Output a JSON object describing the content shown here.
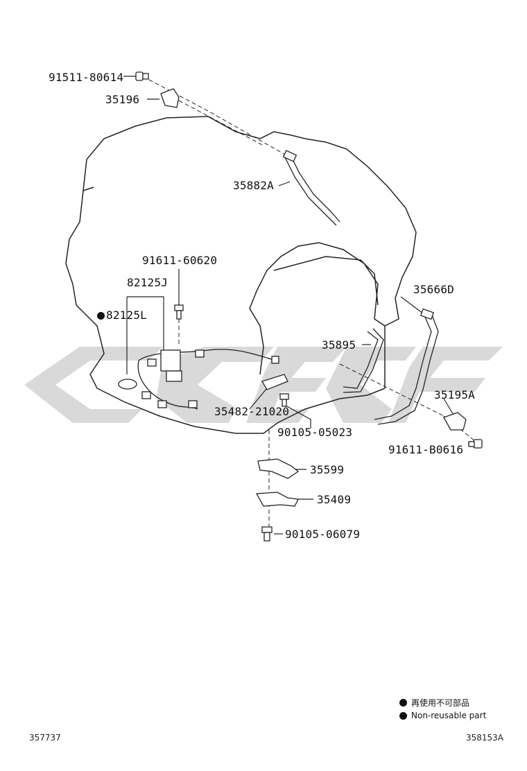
{
  "diagram": {
    "parts": [
      {
        "id": "p1",
        "label": "91511-80614"
      },
      {
        "id": "p2",
        "label": "35196"
      },
      {
        "id": "p3",
        "label": "35882A"
      },
      {
        "id": "p4",
        "label": "91611-60620"
      },
      {
        "id": "p5",
        "label": "82125J"
      },
      {
        "id": "p6",
        "label": "82125L",
        "non_reusable": true
      },
      {
        "id": "p7",
        "label": "35666D"
      },
      {
        "id": "p8",
        "label": "35895"
      },
      {
        "id": "p9",
        "label": "35195A"
      },
      {
        "id": "p10",
        "label": "35482-21020"
      },
      {
        "id": "p11",
        "label": "90105-05023"
      },
      {
        "id": "p12",
        "label": "91611-B0616"
      },
      {
        "id": "p13",
        "label": "35599"
      },
      {
        "id": "p14",
        "label": "35409"
      },
      {
        "id": "p15",
        "label": "90105-06079"
      }
    ],
    "legend": {
      "jp": "再使用不可部品",
      "en": "Non-reusable part"
    },
    "ref_left": "357737",
    "ref_right": "358153A",
    "watermark_color": "#d9d9d9"
  }
}
